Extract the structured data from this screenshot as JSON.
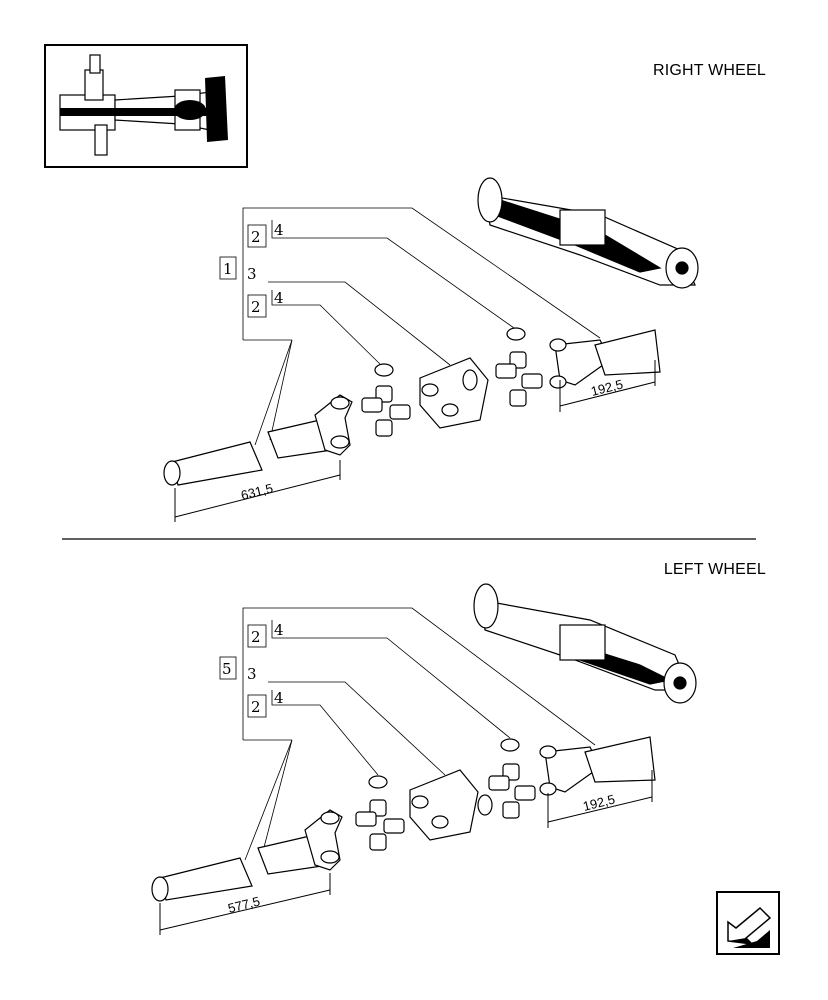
{
  "top": {
    "title": "RIGHT WHEEL",
    "ref_main": "1",
    "ref_box_a": "2",
    "ref_part_a": "4",
    "ref_part_mid": "3",
    "ref_box_b": "2",
    "ref_part_b": "4",
    "dim_long": "631,5",
    "dim_short": "192,5"
  },
  "bottom": {
    "title": "LEFT WHEEL",
    "ref_main": "5",
    "ref_box_a": "2",
    "ref_part_a": "4",
    "ref_part_mid": "3",
    "ref_box_b": "2",
    "ref_part_b": "4",
    "dim_long": "577,5",
    "dim_short": "192,5"
  },
  "icons": {
    "thumbnail": "axle-assembly-thumbnail",
    "nav": "next-page-arrow-icon"
  }
}
